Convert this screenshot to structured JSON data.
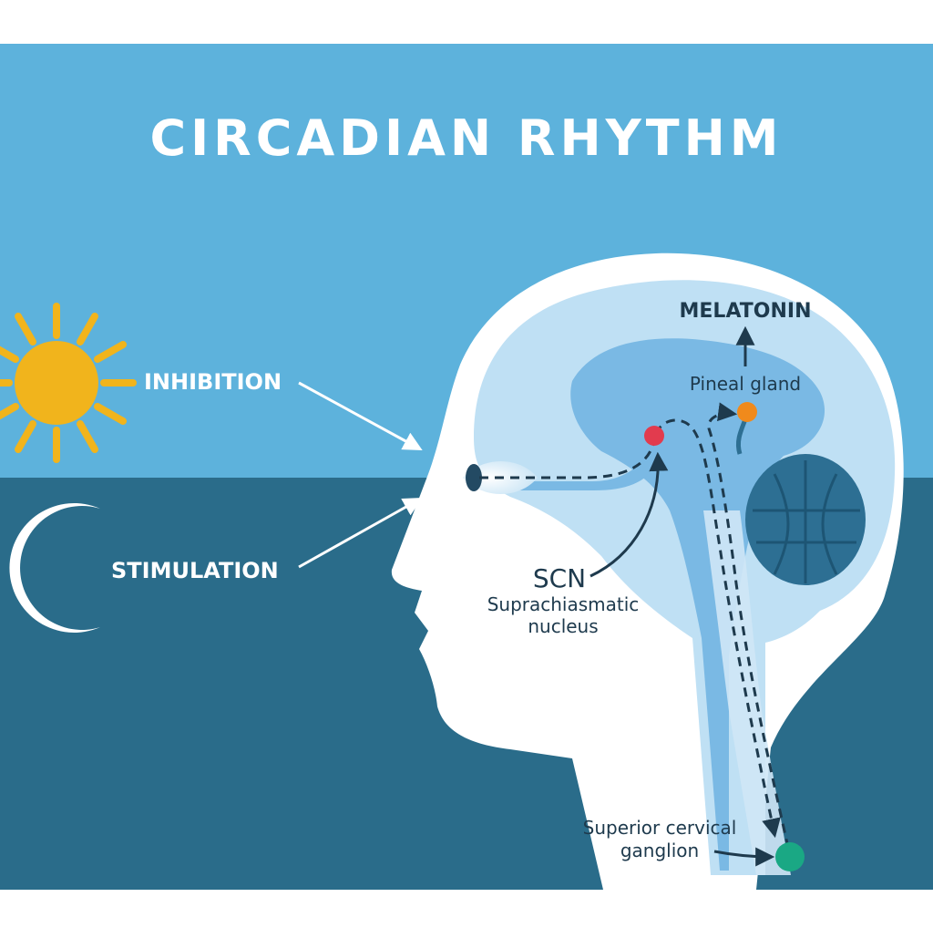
{
  "title": "CIRCADIAN RHYTHM",
  "labels": {
    "inhibition": "INHIBITION",
    "stimulation": "STIMULATION",
    "melatonin": "MELATONIN",
    "pineal_gland": "Pineal gland",
    "scn": "SCN",
    "scn_full_line1": "Suprachiasmatic",
    "scn_full_line2": "nucleus",
    "ganglion_line1": "Superior cervical",
    "ganglion_line2": "ganglion"
  },
  "icons": {
    "day": "sun-icon",
    "night": "moon-icon"
  },
  "colors": {
    "day_sky": "#5db2dc",
    "night_sky": "#2a6c8a",
    "sun": "#f1b41c",
    "scn_dot": "#e23b4e",
    "pineal_dot": "#f08a1c",
    "ganglion_dot": "#1aa884",
    "brain_light": "#bfe0f4",
    "brain_mid": "#7ab9e4",
    "cerebellum": "#2d6f93"
  }
}
